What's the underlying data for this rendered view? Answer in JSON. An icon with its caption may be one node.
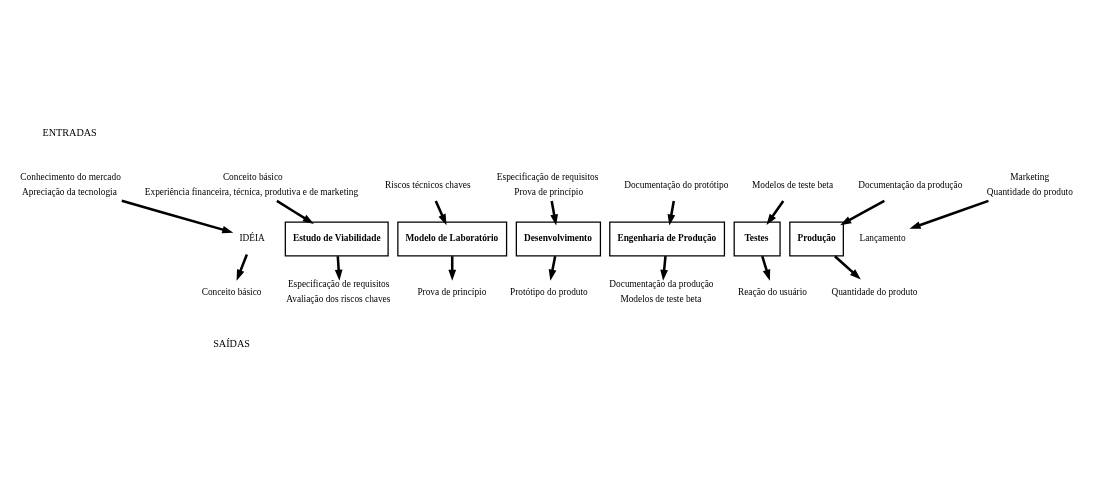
{
  "diagram": {
    "nodes": [
      {
        "text": [
          "Conhecimento do mercado",
          "Apreciação da tecnologia"
        ]
      },
      {
        "text": [
          "Conceito básico",
          "Experiência financeira, técnica, produtiva e de marketing"
        ]
      },
      {
        "text": [
          "Riscos técnicos chaves"
        ]
      },
      {
        "text": [
          "Especificação de requisitos",
          "Prova de princípio"
        ]
      },
      {
        "text": [
          "Documentação do protótipo"
        ]
      },
      {
        "text": [
          "Modelos de teste beta"
        ]
      },
      {
        "text": [
          "Documentação da produção"
        ]
      },
      {
        "text": [
          "Marketing",
          "Quantidade do produto"
        ]
      },
      {
        "text": [
          "IDÉIA"
        ]
      },
      {
        "text": [
          "Estudo de Viabilidade"
        ]
      },
      {
        "text": [
          "Modelo de Laboratório"
        ]
      },
      {
        "text": [
          "Desenvolvimento"
        ]
      },
      {
        "text": [
          "Engenharia de Produção"
        ]
      },
      {
        "text": [
          "Testes"
        ]
      },
      {
        "text": [
          "Produção"
        ]
      },
      {
        "text": [
          "Lançamento"
        ]
      },
      {
        "text": [
          "Conceito básico"
        ]
      },
      {
        "text": [
          "Especificação de requisitos",
          "Avaliação dos riscos chaves"
        ]
      },
      {
        "text": [
          "Prova de princípio"
        ]
      },
      {
        "text": [
          "Protótipo do produto"
        ]
      },
      {
        "text": [
          "Documentação da produção",
          "Modelos de teste beta"
        ]
      },
      {
        "text": [
          "Reação do usuário"
        ]
      },
      {
        "text": [
          "Quantidade do produto"
        ]
      }
    ],
    "edges": [
      {
        "from": 0,
        "to": 8,
        "arrow": "to"
      },
      {
        "from": 1,
        "to": 9,
        "arrow": "to"
      },
      {
        "from": 2,
        "to": 10,
        "arrow": "to"
      },
      {
        "from": 3,
        "to": 11,
        "arrow": "to"
      },
      {
        "from": 4,
        "to": 12,
        "arrow": "to"
      },
      {
        "from": 5,
        "to": 13,
        "arrow": "to"
      },
      {
        "from": 6,
        "to": 14,
        "arrow": "to"
      },
      {
        "from": 7,
        "to": 15,
        "arrow": "to"
      },
      {
        "from": 8,
        "to": 16,
        "arrow": "to"
      },
      {
        "from": 9,
        "to": 17,
        "arrow": "to"
      },
      {
        "from": 10,
        "to": 18,
        "arrow": "to"
      },
      {
        "from": 11,
        "to": 19,
        "arrow": "to"
      },
      {
        "from": 12,
        "to": 20,
        "arrow": "to"
      },
      {
        "from": 13,
        "to": 21,
        "arrow": "to"
      },
      {
        "from": 14,
        "to": 22,
        "arrow": "to"
      }
    ],
    "labels": [
      "ENTRADAS",
      "SAÍDAS"
    ]
  }
}
